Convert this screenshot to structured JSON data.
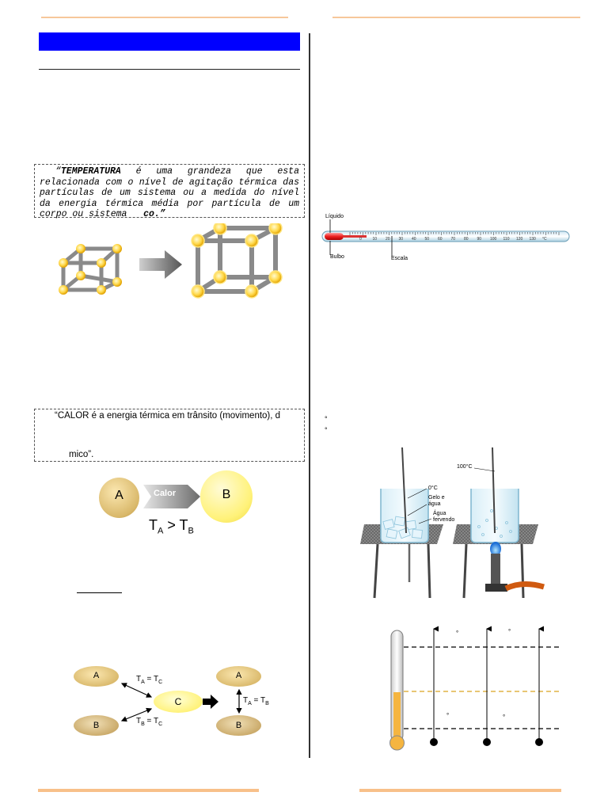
{
  "quote_temperatura": {
    "open_quote": "“",
    "term": "TEMPERATURA",
    "body": " é uma grandeza que esta relacionada com o nível de agitação térmica das partículas de um sistema ou a medida do nível da energia térmica média por partícula de um corpo ou sistema",
    "tail": "co.”"
  },
  "quote_calor": {
    "line1": "“CALOR é a energia térmica em trânsito (movimento), d",
    "line2": "mico”."
  },
  "heat_flow": {
    "body_a": "A",
    "arrow_label": "Calor",
    "body_b": "B",
    "relation": "T",
    "relation_sub_a": "A",
    "relation_op": " > T",
    "relation_sub_b": "B"
  },
  "equilibrium": {
    "a_left": "A",
    "b_left": "B",
    "c_mid": "C",
    "a_right": "A",
    "b_right": "B",
    "eq_ac": "T",
    "eq_ac_sub1": "A",
    "eq_ac_mid": " = T",
    "eq_ac_sub2": "C",
    "eq_bc": "T",
    "eq_bc_sub1": "B",
    "eq_bc_mid": " = T",
    "eq_bc_sub2": "C",
    "eq_ab": "T",
    "eq_ab_sub1": "A",
    "eq_ab_mid": " = T",
    "eq_ab_sub2": "B"
  },
  "thermometer": {
    "label_liquido": "Líquido",
    "label_bulbo": "Bulbo",
    "label_escala": "Escala",
    "scale_ticks": [
      "0",
      "10",
      "20",
      "30",
      "40",
      "50",
      "60",
      "70",
      "80",
      "90",
      "100",
      "110",
      "120",
      "130",
      "°C"
    ]
  },
  "bullets": [
    "°",
    "°"
  ],
  "beakers": {
    "label_zero": "0°C",
    "label_gelo": "Gelo e água",
    "label_agua": "Água fervendo",
    "label_cem": "100°C"
  },
  "scales_figure": {
    "degree_marks": [
      "°",
      "°",
      "°",
      "°"
    ]
  },
  "colors": {
    "accent_blue": "#0000ff",
    "orange_rule": "#f8c08a",
    "sphere_a": "#d9b86a",
    "sphere_b": "#fff27a"
  }
}
